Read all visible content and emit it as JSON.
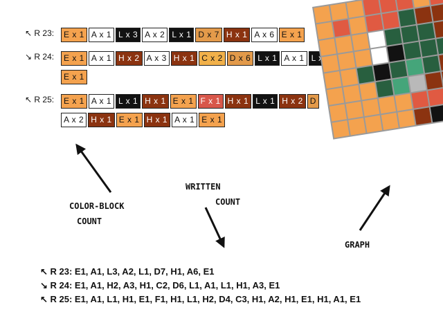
{
  "colors": {
    "E": "#f4a24e",
    "A": "#ffffff",
    "L": "#121212",
    "D": "#e39a4a",
    "H": "#8b3310",
    "C": "#f2b14a",
    "F": "#d8574a",
    "G": "#285f3f",
    "M": "#45a57a",
    "S": "#b9b9b9",
    "R": "#e05a42"
  },
  "rows": [
    {
      "label": "↖ R 23:",
      "lines": [
        [
          {
            "code": "E",
            "text": "E x 1"
          },
          {
            "code": "A",
            "text": "A x 1"
          },
          {
            "code": "L",
            "text": "L x 3"
          },
          {
            "code": "A",
            "text": "A x 2"
          },
          {
            "code": "L",
            "text": "L x 1"
          },
          {
            "code": "D",
            "text": "D x 7"
          },
          {
            "code": "H",
            "text": "H x 1"
          },
          {
            "code": "A",
            "text": "A x 6"
          },
          {
            "code": "E",
            "text": "E x 1"
          }
        ]
      ]
    },
    {
      "label": "↘ R 24:",
      "lines": [
        [
          {
            "code": "E",
            "text": "E x 1"
          },
          {
            "code": "A",
            "text": "A x 1"
          },
          {
            "code": "H",
            "text": "H x 2"
          },
          {
            "code": "A",
            "text": "A x 3"
          },
          {
            "code": "H",
            "text": "H x 1"
          },
          {
            "code": "C",
            "text": "C x 2"
          },
          {
            "code": "D",
            "text": "D x 6"
          },
          {
            "code": "L",
            "text": "L x 1"
          },
          {
            "code": "A",
            "text": "A x 1"
          },
          {
            "code": "L",
            "text": "L x"
          }
        ],
        [
          {
            "code": "E",
            "text": "E x 1"
          }
        ]
      ]
    },
    {
      "label": "↖ R 25:",
      "lines": [
        [
          {
            "code": "E",
            "text": "E x 1"
          },
          {
            "code": "A",
            "text": "A x 1"
          },
          {
            "code": "L",
            "text": "L x 1"
          },
          {
            "code": "H",
            "text": "H x 1"
          },
          {
            "code": "E",
            "text": "E x 1"
          },
          {
            "code": "F",
            "text": "F x 1"
          },
          {
            "code": "H",
            "text": "H x 1"
          },
          {
            "code": "L",
            "text": "L x 1"
          },
          {
            "code": "H",
            "text": "H x 2"
          },
          {
            "code": "D",
            "text": "D"
          }
        ],
        [
          {
            "code": "A",
            "text": "A x 2"
          },
          {
            "code": "H",
            "text": "H x 1"
          },
          {
            "code": "E",
            "text": "E x 1"
          },
          {
            "code": "H",
            "text": "H x 1"
          },
          {
            "code": "A",
            "text": "A x 1"
          },
          {
            "code": "E",
            "text": "E x 1"
          }
        ]
      ]
    }
  ],
  "graph": [
    "EEERRRERE",
    "ERERRGHHE",
    "EEEAGGGHH",
    "EEEALGGGH",
    "EEGLGMGHH",
    "EEEGMSHHH",
    "EEEEERRRR",
    "EEEEEHLHE"
  ],
  "labels": {
    "color_block_line1": "COLOR-BLOCK",
    "color_block_line2": "COUNT",
    "written_line1": "WRITTEN",
    "written_line2": "COUNT",
    "graph": "GRAPH"
  },
  "written_counts": [
    "↖ R 23: E1, A1, L3, A2, L1, D7, H1, A6, E1",
    "↘ R 24: E1, A1, H2, A3, H1, C2, D6, L1, A1, L1, H1, A3, E1",
    "↖ R 25: E1, A1, L1, H1, E1, F1, H1, L1, H2, D4, C3, H1, A2, H1, E1, H1, A1, E1"
  ]
}
